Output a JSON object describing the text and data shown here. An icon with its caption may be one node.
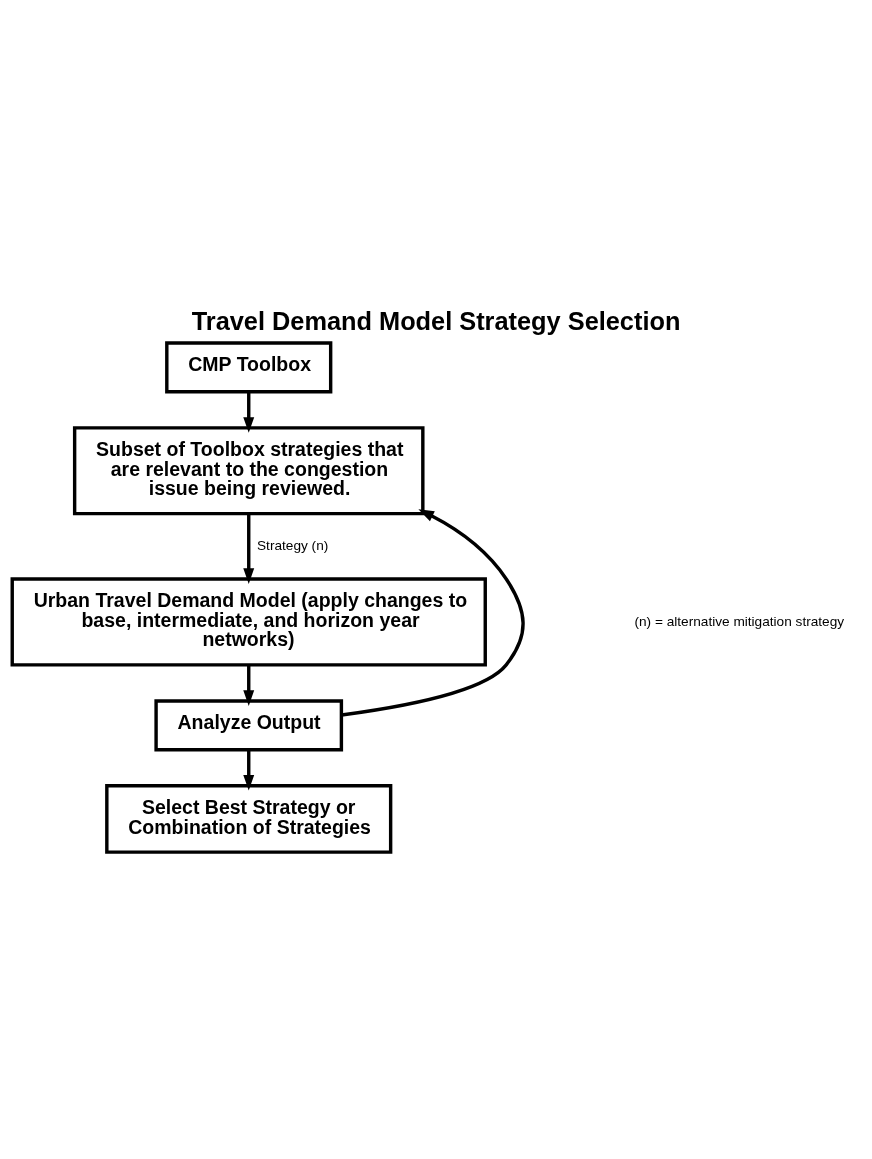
{
  "diagram": {
    "title": "Travel Demand Model Strategy Selection",
    "nodes": [
      {
        "text": [
          "CMP Toolbox"
        ]
      },
      {
        "text": [
          "Subset of Toolbox strategies that are relevant to the congestion issue being reviewed."
        ]
      },
      {
        "text": [
          "Urban Travel Demand Model (apply changes to base, intermediate, and horizon year networks)"
        ]
      },
      {
        "text": [
          "Analyze Output"
        ]
      },
      {
        "text": [
          "Select Best Strategy or Combination of Strategies"
        ]
      }
    ],
    "edges": [
      {
        "from": 0,
        "to": 1,
        "arrow": "to"
      },
      {
        "from": 1,
        "to": 2,
        "arrow": "to",
        "label": "Strategy (n)"
      },
      {
        "from": 2,
        "to": 3,
        "arrow": "to"
      },
      {
        "from": 3,
        "to": 1,
        "arrow": "to"
      },
      {
        "from": 3,
        "to": 4,
        "arrow": "to"
      }
    ],
    "labels": [
      "(n) = alternative mitigation strategy"
    ]
  }
}
